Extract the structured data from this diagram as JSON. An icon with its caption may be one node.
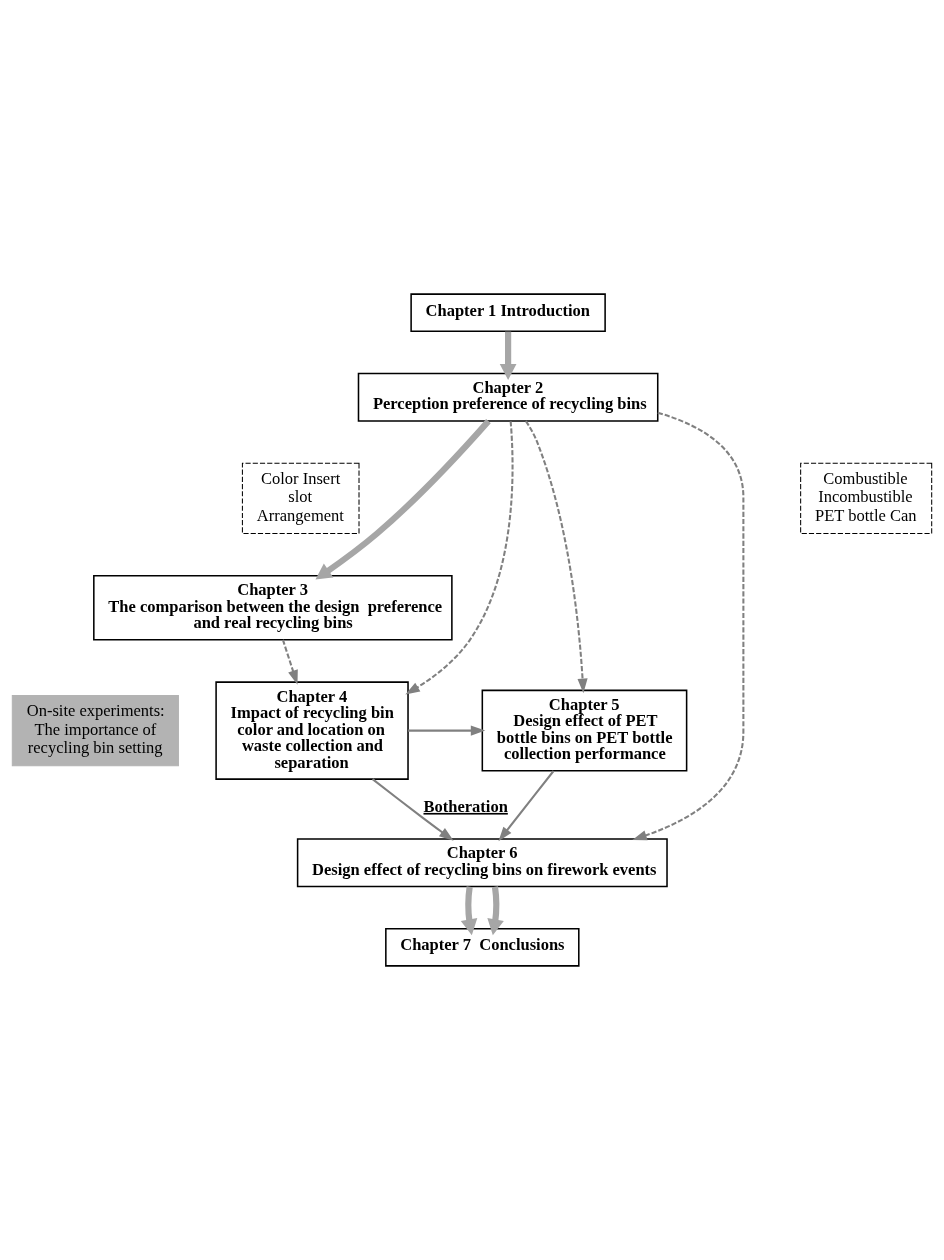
{
  "diagram": {
    "nodes": [
      {
        "text": [
          "Chapter 1 Introduction"
        ]
      },
      {
        "text": [
          "Chapter 2",
          "Perception preference of recycling bins"
        ]
      },
      {
        "text": [
          "Color Insert slot Arrangement"
        ]
      },
      {
        "text": [
          "Combustible Incombustible PET bottle Can"
        ]
      },
      {
        "text": [
          "Chapter 3",
          "The comparison between the design  preference and real recycling bins"
        ]
      },
      {
        "text": [
          "Chapter 4",
          "Impact of recycling bin color and location on waste collection and separation"
        ]
      },
      {
        "text": [
          "Chapter 5",
          "Design effect of PET bottle bins on PET bottle collection performance"
        ]
      },
      {
        "text": [
          "On-site experiments: The importance of recycling bin setting"
        ]
      },
      {
        "text": [
          "Chapter 6",
          "Design effect of recycling bins on firework events"
        ]
      },
      {
        "text": [
          "Chapter 7  Conclusions"
        ]
      }
    ],
    "edges": [
      {
        "from": 0,
        "to": 1,
        "arrow": "to",
        "style": "thick",
        "color": "#a6a6a6"
      },
      {
        "from": 1,
        "to": 4,
        "arrow": "to",
        "style": "thick",
        "color": "#a6a6a6"
      },
      {
        "from": 1,
        "to": 5,
        "arrow": "to",
        "style": "dashed"
      },
      {
        "from": 1,
        "to": 6,
        "arrow": "to",
        "style": "dashed"
      },
      {
        "from": 1,
        "to": 8,
        "arrow": "to",
        "style": "dashed"
      },
      {
        "from": 4,
        "to": 5,
        "arrow": "to",
        "style": "dashed"
      },
      {
        "from": 5,
        "to": 6,
        "arrow": "to"
      },
      {
        "from": 5,
        "to": 8,
        "arrow": "to",
        "label": "Botheration"
      },
      {
        "from": 6,
        "to": 8,
        "arrow": "to"
      },
      {
        "from": 8,
        "to": 9,
        "arrow": "to",
        "style": "thick",
        "color": "#a6a6a6"
      },
      {
        "from": 8,
        "to": 9,
        "arrow": "to",
        "style": "thick",
        "color": "#a6a6a6"
      }
    ]
  }
}
